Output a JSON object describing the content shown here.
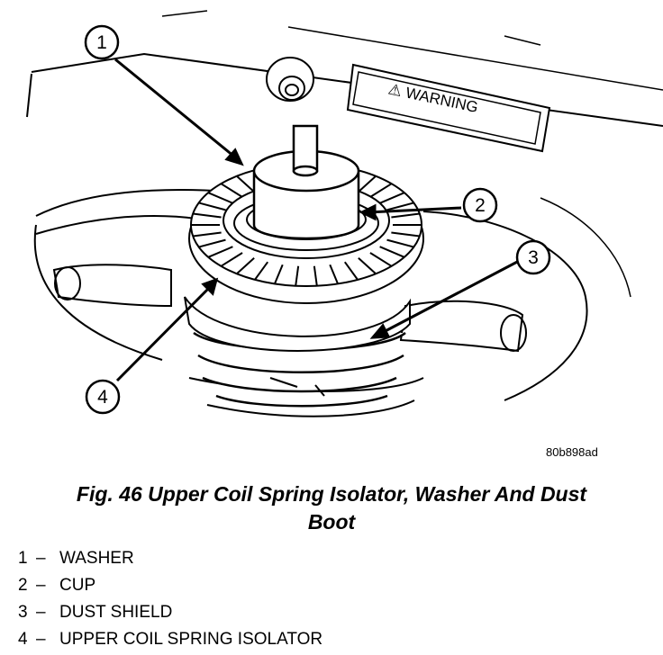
{
  "figure": {
    "warning_label": "⚠ WARNING",
    "reference_code": "80b898ad",
    "callouts": [
      "1",
      "2",
      "3",
      "4"
    ]
  },
  "caption": {
    "line1": "Fig. 46 Upper Coil Spring Isolator, Washer And Dust",
    "line2": "Boot"
  },
  "legend": [
    {
      "number": "1",
      "dash": "–",
      "label": "WASHER"
    },
    {
      "number": "2",
      "dash": "–",
      "label": "CUP"
    },
    {
      "number": "3",
      "dash": "–",
      "label": "DUST SHIELD"
    },
    {
      "number": "4",
      "dash": "–",
      "label": "UPPER COIL SPRING ISOLATOR"
    }
  ]
}
